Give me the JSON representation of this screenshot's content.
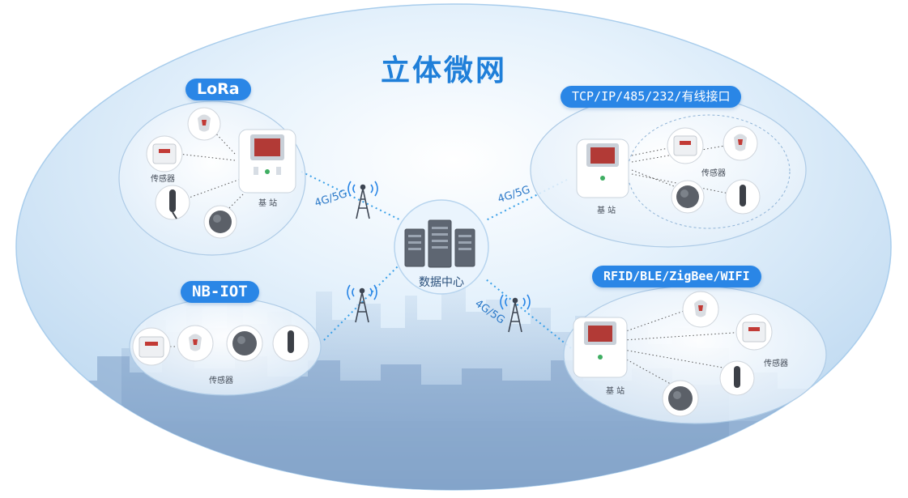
{
  "diagram": {
    "title": "立体微网",
    "center": {
      "label": "数据中心"
    },
    "groups": [
      {
        "id": "lora",
        "label": "LoRa",
        "sensor_label": "传感器",
        "station_label": "基 站"
      },
      {
        "id": "tcp",
        "label": "TCP/IP/485/232/有线接口",
        "sensor_label": "传感器",
        "station_label": "基 站"
      },
      {
        "id": "nbiot",
        "label": "NB-IOT",
        "sensor_label": "传感器"
      },
      {
        "id": "rfid",
        "label": "RFID/BLE/ZigBee/WIFI",
        "sensor_label": "传感器",
        "station_label": "基 站"
      }
    ],
    "links": [
      {
        "from": "lora",
        "to": "center",
        "label": "4G/5G"
      },
      {
        "from": "tcp",
        "to": "center",
        "label": "4G/5G"
      },
      {
        "from": "nbiot",
        "to": "center",
        "label": ""
      },
      {
        "from": "rfid",
        "to": "center",
        "label": "4G/5G"
      }
    ],
    "colors": {
      "accent": "#2a86e6",
      "title": "#1f7fd9",
      "link": "#3aa0e8",
      "sky": "#dcecfa"
    }
  }
}
